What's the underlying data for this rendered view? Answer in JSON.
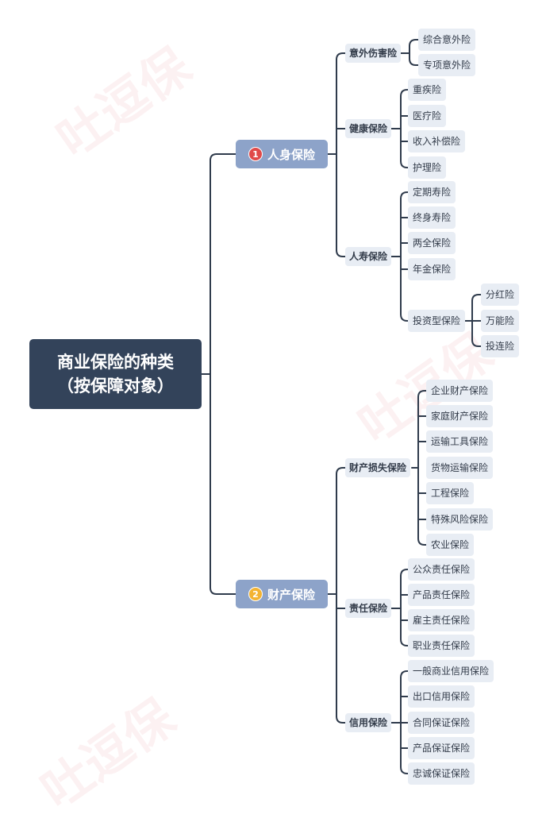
{
  "watermark": "吐逗保",
  "root": {
    "line1": "商业保险的种类",
    "line2": "（按保障对象）"
  },
  "branches": [
    {
      "badge": "1",
      "badge_color": "#e04a4a",
      "label": "人身保险"
    },
    {
      "badge": "2",
      "badge_color": "#f3b333",
      "label": "财产保险"
    }
  ],
  "categories": {
    "accident": "意外伤害险",
    "health": "健康保险",
    "life": "人寿保险",
    "property_loss": "财产损失保险",
    "liability": "责任保险",
    "credit": "信用保险"
  },
  "items": {
    "accident": [
      "综合意外险",
      "专项意外险"
    ],
    "health": [
      "重疾险",
      "医疗险",
      "收入补偿险",
      "护理险"
    ],
    "life": [
      "定期寿险",
      "终身寿险",
      "两全保险",
      "年金保险",
      "投资型保险"
    ],
    "investment": [
      "分红险",
      "万能险",
      "投连险"
    ],
    "property_loss": [
      "企业财产保险",
      "家庭财产保险",
      "运输工具保险",
      "货物运输保险",
      "工程保险",
      "特殊风险保险",
      "农业保险"
    ],
    "liability": [
      "公众责任保险",
      "产品责任保险",
      "雇主责任保险",
      "职业责任保险"
    ],
    "credit": [
      "一般商业信用保险",
      "出口信用保险",
      "合同保证保险",
      "产品保证保险",
      "忠诚保证保险"
    ]
  },
  "colors": {
    "connector": "#2f3b4c",
    "root_bg": "#33435a",
    "branch_bg": "#8da3c9",
    "leaf_bg": "#e8edf4"
  }
}
